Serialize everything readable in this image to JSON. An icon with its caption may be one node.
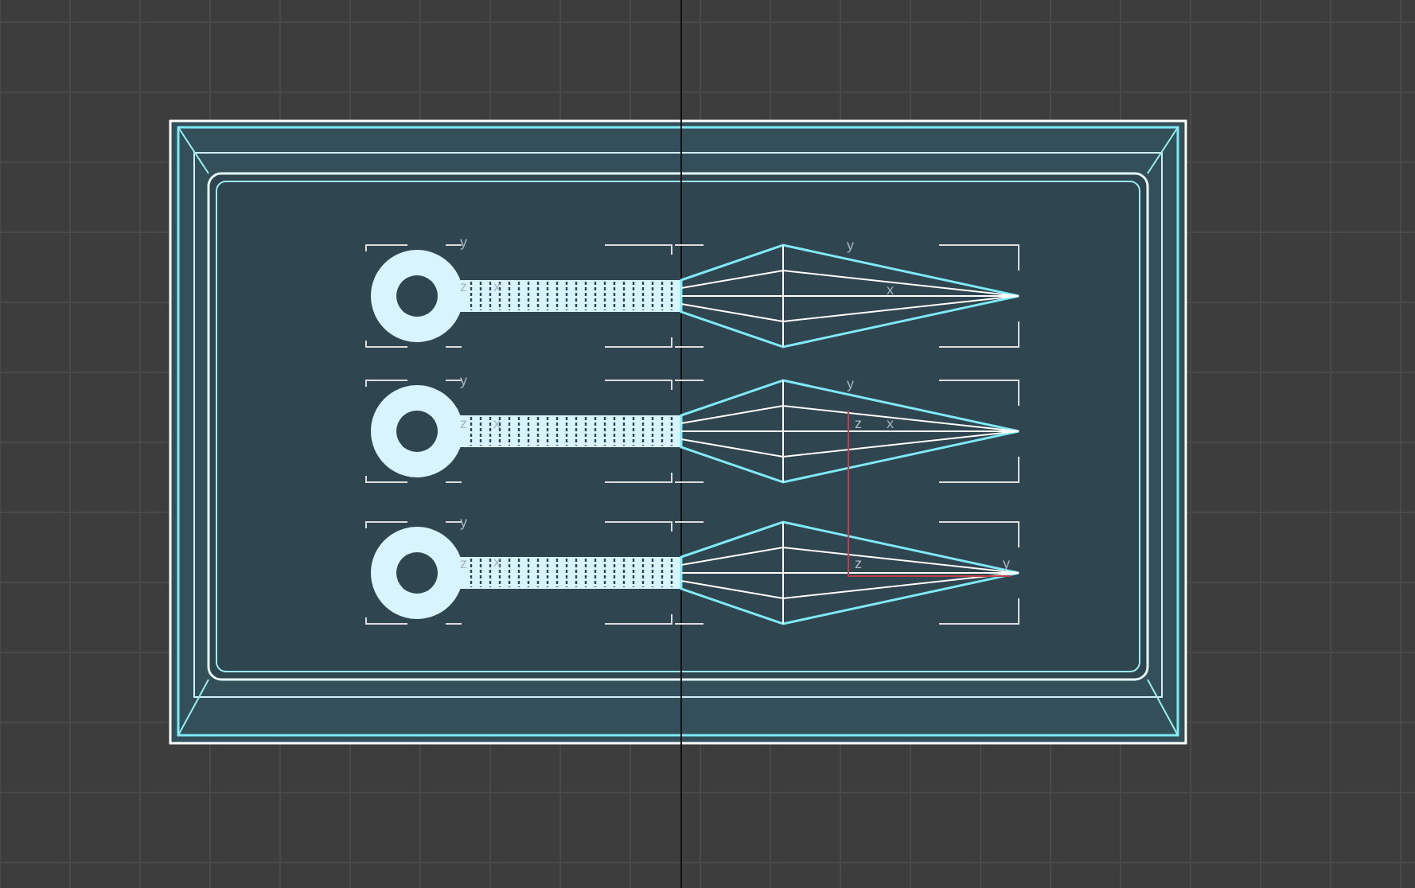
{
  "diagram": {
    "labels": [
      "y",
      "z",
      "x",
      "y",
      "x",
      "y",
      "z",
      "x",
      "y",
      "z",
      "x",
      "y",
      "z",
      "x",
      "z",
      "y"
    ]
  }
}
